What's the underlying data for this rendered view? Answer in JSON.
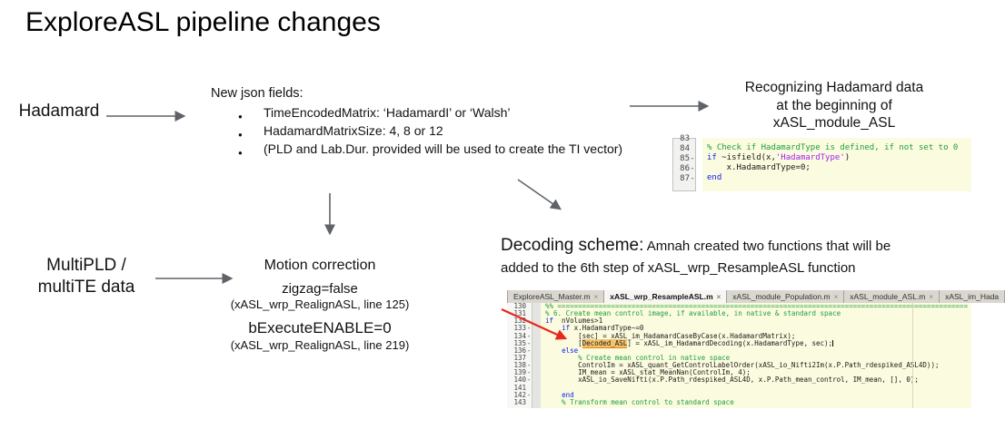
{
  "title": "ExploreASL pipeline changes",
  "colors": {
    "arrow": "#5f6368",
    "annotation-red": "#e8281e",
    "code-comment": "#1f9e3d",
    "code-keyword": "#0d23f0",
    "code-string": "#a020f0",
    "code-warn-bg": "#f5c36c",
    "code-warn-edge": "#e08214",
    "code-bg": "#fbfbdf",
    "gutter-bg": "#f2f2f0"
  },
  "flows": {
    "hadamard": {
      "source_label": "Hadamard",
      "fields_heading": "New json fields:",
      "bullets": [
        "TimeEncodedMatrix: ‘HadamardI’ or ‘Walsh’",
        "HadamardMatrixSize: 4, 8 or 12",
        "(PLD and Lab.Dur. provided will be used to create the TI vector)"
      ],
      "target_note": "Recognizing Hadamard data\nat the beginning of\nxASL_module_ASL"
    },
    "multipld": {
      "source_label": "MultiPLD /\nmultiTE data",
      "motion": {
        "heading": "Motion correction",
        "settings": [
          {
            "value": "zigzag=false",
            "ref": "(xASL_wrp_RealignASL, line 125)"
          },
          {
            "value": "bExecuteENABLE=0",
            "ref": "(xASL_wrp_RealignASL, line 219)"
          }
        ]
      }
    },
    "decoding": {
      "heading": "Decoding scheme:",
      "text": "Amnah created two functions that will be added to the 6th step of xASL_wrp_ResampleASL function"
    }
  },
  "screenshots": {
    "module_asl_snippet": {
      "lines": [
        {
          "num": "83",
          "fold": "",
          "segments": []
        },
        {
          "num": "84",
          "fold": "",
          "segments": [
            {
              "c": "comment",
              "t": "% Check if HadamardType is defined, if not set to 0"
            }
          ]
        },
        {
          "num": "85",
          "fold": "-",
          "segments": [
            {
              "c": "keyword",
              "t": "if"
            },
            {
              "c": "plain",
              "t": " ~isfield(x,"
            },
            {
              "c": "string",
              "t": "'HadamardType'"
            },
            {
              "c": "plain",
              "t": ")"
            }
          ]
        },
        {
          "num": "86",
          "fold": "-",
          "segments": [
            {
              "c": "plain",
              "t": "    x.HadamardType=0;"
            }
          ]
        },
        {
          "num": "87",
          "fold": "-",
          "segments": [
            {
              "c": "keyword",
              "t": "end"
            }
          ]
        }
      ]
    },
    "resample_editor": {
      "tabs": [
        {
          "label": "ExploreASL_Master.m",
          "active": false,
          "close": true
        },
        {
          "label": "xASL_wrp_ResampleASL.m",
          "active": true,
          "close": true
        },
        {
          "label": "xASL_module_Population.m",
          "active": false,
          "close": true
        },
        {
          "label": "xASL_module_ASL.m",
          "active": false,
          "close": true
        },
        {
          "label": "xASL_im_Hada",
          "active": false,
          "close": false
        }
      ],
      "lines": [
        {
          "num": "130",
          "fold": "",
          "segments": [
            {
              "c": "comment",
              "t": "%% ===================================================================================================="
            }
          ]
        },
        {
          "num": "131",
          "fold": "",
          "segments": [
            {
              "c": "comment",
              "t": "% 6. Create mean control image, if available, in native & standard space"
            }
          ]
        },
        {
          "num": "132",
          "fold": "-",
          "segments": [
            {
              "c": "keyword",
              "t": "if"
            },
            {
              "c": "plain",
              "t": "  nVolumes>1"
            }
          ]
        },
        {
          "num": "133",
          "fold": "-",
          "segments": [
            {
              "c": "plain",
              "t": "    "
            },
            {
              "c": "keyword",
              "t": "if"
            },
            {
              "c": "plain",
              "t": " x.HadamardType~=0"
            }
          ]
        },
        {
          "num": "134",
          "fold": "-",
          "segments": [
            {
              "c": "plain",
              "t": "        [sec] = xASL_im_HadamardCaseByCase(x.HadamardMatrix);"
            }
          ]
        },
        {
          "num": "135",
          "fold": "-",
          "segments": [
            {
              "c": "plain",
              "t": "        ["
            },
            {
              "c": "warn",
              "t": "Decoded_ASL"
            },
            {
              "c": "plain",
              "t": "] = xASL_im_HadamardDecoding(x.HadamardType, sec);"
            },
            {
              "c": "caret",
              "t": ""
            }
          ]
        },
        {
          "num": "136",
          "fold": "-",
          "segments": [
            {
              "c": "plain",
              "t": "    "
            },
            {
              "c": "keyword",
              "t": "else"
            }
          ]
        },
        {
          "num": "137",
          "fold": "",
          "segments": [
            {
              "c": "comment",
              "t": "        % Create mean control in native space"
            }
          ]
        },
        {
          "num": "138",
          "fold": "-",
          "segments": [
            {
              "c": "plain",
              "t": "        ControlIm = xASL_quant_GetControlLabelOrder(xASL_io_Nifti2Im(x.P.Path_rdespiked_ASL4D));"
            }
          ]
        },
        {
          "num": "139",
          "fold": "-",
          "segments": [
            {
              "c": "plain",
              "t": "        IM_mean = xASL_stat_MeanNan(ControlIm, 4);"
            }
          ]
        },
        {
          "num": "140",
          "fold": "-",
          "segments": [
            {
              "c": "plain",
              "t": "        xASL_io_SaveNifti(x.P.Path_rdespiked_ASL4D, x.P.Path_mean_control, IM_mean, [], 0);"
            }
          ]
        },
        {
          "num": "141",
          "fold": "",
          "segments": []
        },
        {
          "num": "142",
          "fold": "-",
          "segments": [
            {
              "c": "plain",
              "t": "    "
            },
            {
              "c": "keyword",
              "t": "end"
            }
          ]
        },
        {
          "num": "143",
          "fold": "",
          "segments": [
            {
              "c": "comment",
              "t": "    % Transform mean control to standard space"
            }
          ]
        }
      ]
    }
  }
}
